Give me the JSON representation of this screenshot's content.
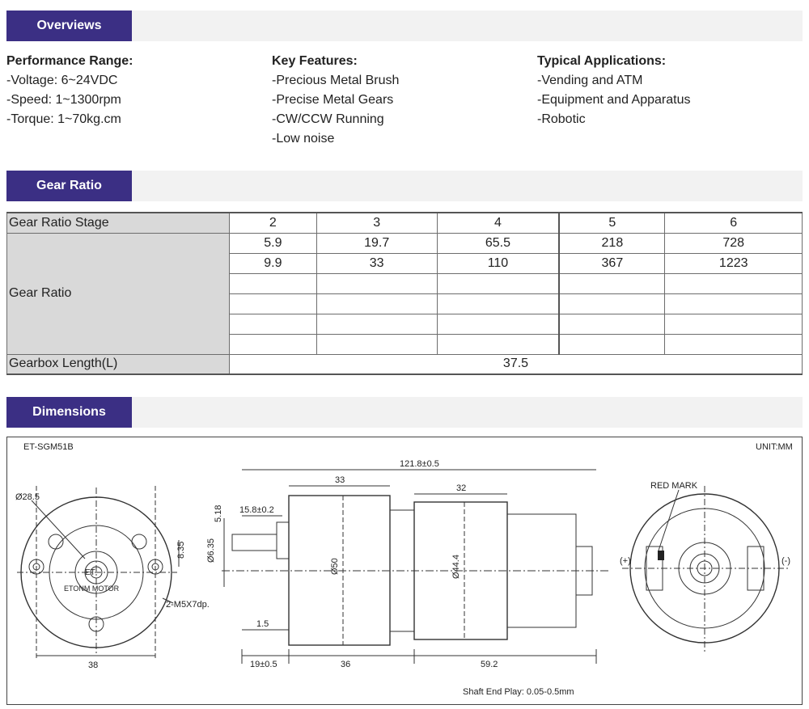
{
  "sections": {
    "overviews": "Overviews",
    "gear_ratio": "Gear Ratio",
    "dimensions": "Dimensions"
  },
  "overview": {
    "performance": {
      "heading": "Performance Range:",
      "items": [
        "-Voltage: 6~24VDC",
        "-Speed: 1~1300rpm",
        "-Torque: 1~70kg.cm"
      ]
    },
    "features": {
      "heading": "Key Features:",
      "items": [
        "-Precious Metal Brush",
        "-Precise Metal Gears",
        "-CW/CCW Running",
        "-Low noise"
      ]
    },
    "applications": {
      "heading": "Typical Applications:",
      "items": [
        "-Vending and ATM",
        "-Equipment and Apparatus",
        "-Robotic"
      ]
    }
  },
  "gear_table": {
    "stage_label": "Gear Ratio Stage",
    "stages": [
      "2",
      "3",
      "4",
      "5",
      "6"
    ],
    "ratio_label": "Gear Ratio",
    "rows": [
      [
        "5.9",
        "19.7",
        "65.5",
        "218",
        "728"
      ],
      [
        "9.9",
        "33",
        "110",
        "367",
        "1223"
      ],
      [
        "",
        "",
        "",
        "",
        ""
      ],
      [
        "",
        "",
        "",
        "",
        ""
      ],
      [
        "",
        "",
        "",
        "",
        ""
      ],
      [
        "",
        "",
        "",
        "",
        ""
      ]
    ],
    "length_label": "Gearbox Length(L)",
    "length_value": "37.5"
  },
  "drawing": {
    "model": "ET-SGM51B",
    "unit": "UNIT:MM",
    "shaft_play": "Shaft End Play: 0.05-0.5mm",
    "front": {
      "diameter": "Ø28.5",
      "height": "8.35",
      "screws": "2-M5X7dp.",
      "width": "38",
      "logo_et": "ET",
      "logo_ring": "ETONM MOTOR"
    },
    "side": {
      "total": "121.8±0.5",
      "gearbox": "33",
      "motor_top": "32",
      "shaft_flat": "15.8±0.2",
      "flat_tol": "5.18",
      "shaft_dia": "Ø6.35",
      "body_dia": "Ø50",
      "motor_dia": "Ø44.4",
      "gap": "1.5",
      "shaft_len": "19±0.5",
      "gear_len": "36",
      "motor_len": "59.2"
    },
    "rear": {
      "red_mark": "RED MARK",
      "plus": "(+)",
      "minus": "(-)"
    }
  }
}
